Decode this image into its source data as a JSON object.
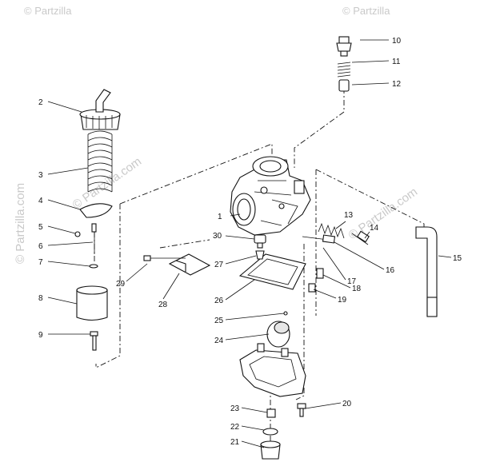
{
  "watermark": {
    "brand": "© Partzilla.com",
    "corner_mark": "© Partzilla"
  },
  "callouts": [
    "1",
    "2",
    "3",
    "4",
    "5",
    "6",
    "7",
    "8",
    "9",
    "10",
    "11",
    "12",
    "13",
    "14",
    "15",
    "16",
    "17",
    "18",
    "19",
    "20",
    "21",
    "22",
    "23",
    "24",
    "25",
    "26",
    "27",
    "28",
    "29",
    "30"
  ],
  "colors": {
    "ink": "#111111",
    "watermark": "#c9c9c9",
    "background": "#ffffff"
  }
}
